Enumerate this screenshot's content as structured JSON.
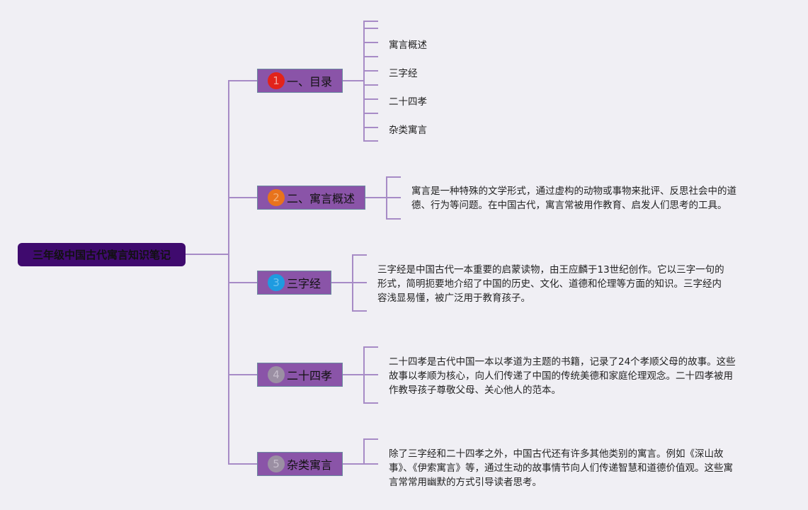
{
  "root": {
    "title": "三年级中国古代寓言知识笔记"
  },
  "colors": {
    "root_bg": "#3f0a6e",
    "branch_bg": "#8a54a8",
    "connector": "#a78bc6",
    "badge_1": "#e2231a",
    "badge_2": "#e8731c",
    "badge_3": "#1e9be0",
    "badge_4": "#9b8fa3",
    "badge_5": "#9b8fa3"
  },
  "branches": [
    {
      "number": "1",
      "label": "一、目录",
      "badge_icon": "number-1-circle-icon",
      "children": [
        "寓言概述",
        "三字经",
        "二十四孝",
        "杂类寓言"
      ]
    },
    {
      "number": "2",
      "label": "二、寓言概述",
      "badge_icon": "number-2-circle-icon",
      "text": "寓言是一种特殊的文学形式，通过虚构的动物或事物来批评、反思社会中的道德、行为等问题。在中国古代，寓言常被用作教育、启发人们思考的工具。"
    },
    {
      "number": "3",
      "label": "三字经",
      "badge_icon": "number-3-circle-icon",
      "text": "三字经是中国古代一本重要的启蒙读物，由王应麟于13世纪创作。它以三字一句的形式，简明扼要地介绍了中国的历史、文化、道德和伦理等方面的知识。三字经内容浅显易懂，被广泛用于教育孩子。"
    },
    {
      "number": "4",
      "label": "二十四孝",
      "badge_icon": "number-4-circle-icon",
      "text": "二十四孝是古代中国一本以孝道为主题的书籍，记录了24个孝顺父母的故事。这些故事以孝顺为核心，向人们传递了中国的传统美德和家庭伦理观念。二十四孝被用作教导孩子尊敬父母、关心他人的范本。"
    },
    {
      "number": "5",
      "label": "杂类寓言",
      "badge_icon": "number-5-circle-icon",
      "text": "除了三字经和二十四孝之外，中国古代还有许多其他类别的寓言。例如《深山故事》、《伊索寓言》等，通过生动的故事情节向人们传递智慧和道德价值观。这些寓言常常用幽默的方式引导读者思考。"
    }
  ]
}
